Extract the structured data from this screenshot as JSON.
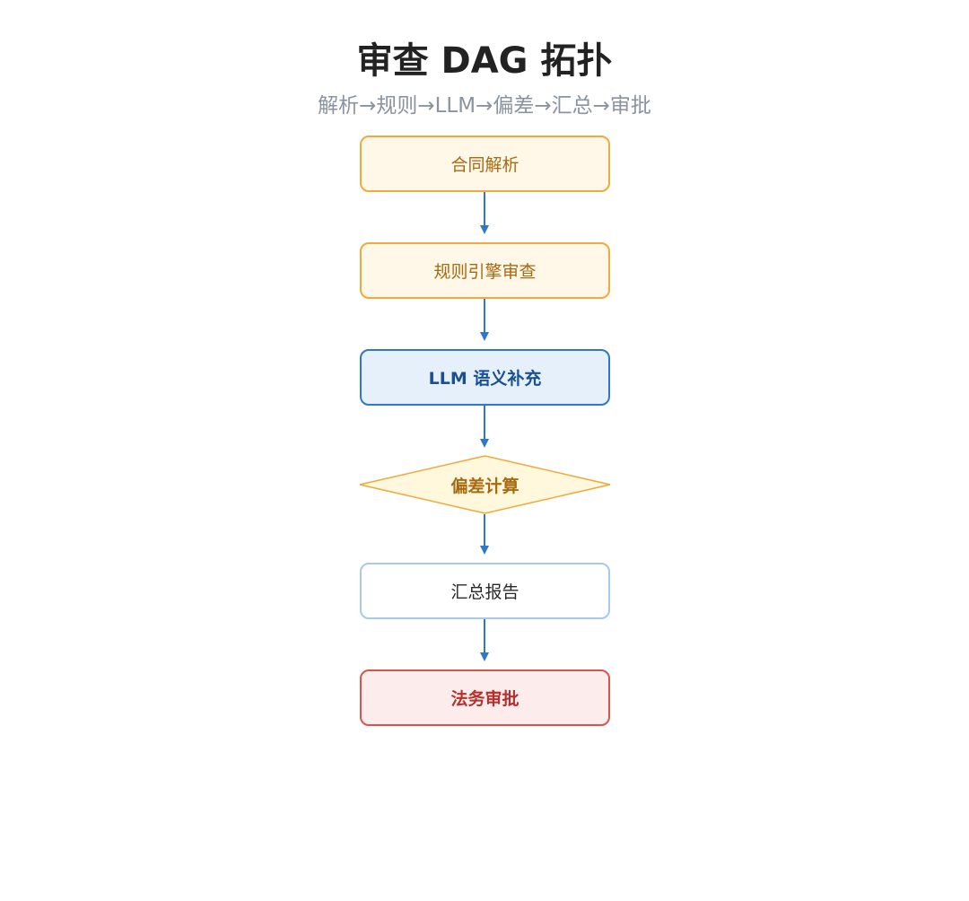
{
  "title": "审查 DAG 拓扑",
  "subtitle": "解析→规则→LLM→偏差→汇总→审批",
  "nodes": {
    "parse": "合同解析",
    "rules": "规则引擎审查",
    "llm": "LLM 语义补充",
    "deviation": "偏差计算",
    "summary": "汇总报告",
    "approval": "法务审批"
  },
  "edges": [
    {
      "from": "合同解析",
      "to": "规则引擎审查"
    },
    {
      "from": "规则引擎审查",
      "to": "LLM 语义补充"
    },
    {
      "from": "LLM 语义补充",
      "to": "偏差计算"
    },
    {
      "from": "偏差计算",
      "to": "汇总报告"
    },
    {
      "from": "汇总报告",
      "to": "法务审批"
    }
  ],
  "colors": {
    "edge": "#2f78c8",
    "orange_border": "#f0a93a",
    "blue_border": "#2f78c8",
    "diamond_fill": "#fff8dc",
    "red_border": "#d9534f"
  }
}
